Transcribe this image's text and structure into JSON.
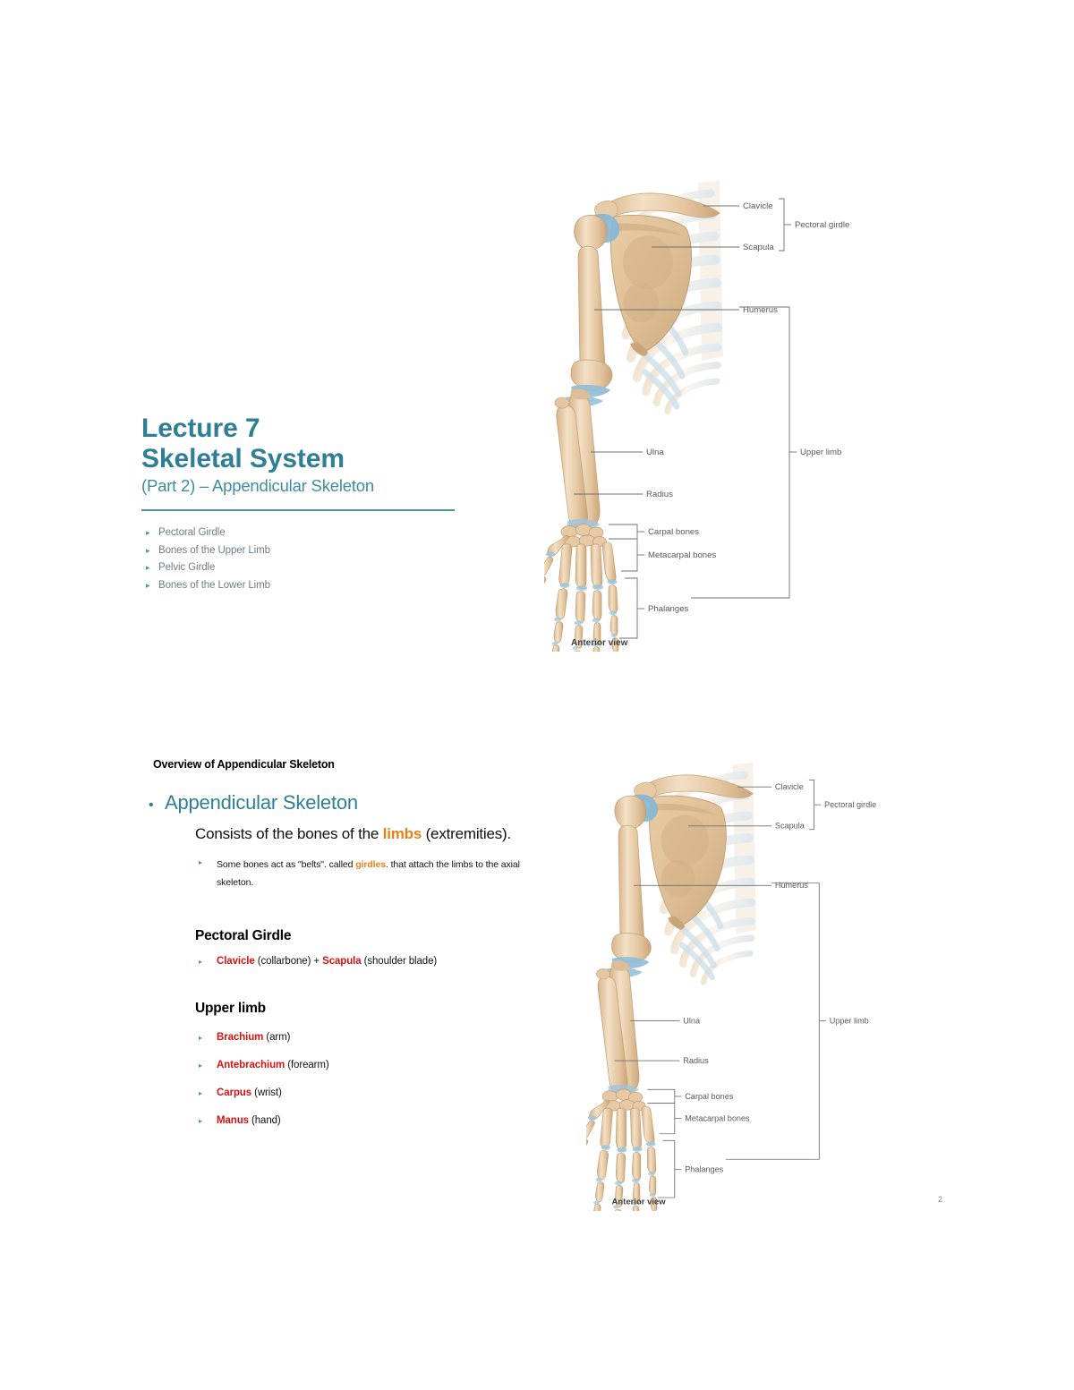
{
  "slide1": {
    "title_line1": "Lecture 7",
    "title_line2": "Skeletal System",
    "subtitle": "(Part 2) – Appendicular Skeleton",
    "bullet_marker": "▸",
    "bullets": [
      {
        "label": "Pectoral Girdle"
      },
      {
        "label": "Bones of the Upper Limb"
      },
      {
        "label": "Pelvic Girdle"
      },
      {
        "label": "Bones of the Lower Limb"
      }
    ]
  },
  "slide2": {
    "overview_heading": "Overview of Appendicular Skeleton",
    "level1_marker": "•",
    "level1_heading": "Appendicular Skeleton",
    "level2_prefix": "Consists of the bones of the ",
    "level2_term": "limbs",
    "level2_suffix": " (extremities).",
    "sub_marker": "▸",
    "sub_prefix": "Some bones act as \"belts\". called ",
    "sub_term": "girdles",
    "sub_suffix": ". that attach the limbs to the axial skeleton.",
    "sections": [
      {
        "heading": "Pectoral Girdle",
        "items": [
          {
            "marker": "▸",
            "term": "Clavicle",
            "rest_mid": " (collarbone) + ",
            "term2": "Scapula",
            "rest": " (shoulder blade)"
          }
        ]
      },
      {
        "heading": "Upper limb",
        "items": [
          {
            "marker": "▸",
            "term": "Brachium",
            "rest": " (arm)"
          },
          {
            "marker": "▸",
            "term": "Antebrachium",
            "rest": " (forearm)"
          },
          {
            "marker": "▸",
            "term": "Carpus",
            "rest": " (wrist)"
          },
          {
            "marker": "▸",
            "term": "Manus",
            "rest": " (hand)"
          }
        ]
      }
    ],
    "page_number": "2"
  },
  "figure": {
    "caption": "Anterior view",
    "labels": {
      "clavicle": "Clavicle",
      "scapula": "Scapula",
      "pectoral_girdle": "Pectoral girdle",
      "humerus": "Humerus",
      "ulna": "Ulna",
      "radius": "Radius",
      "carpal": "Carpal bones",
      "metacarpal": "Metacarpal bones",
      "phalanges": "Phalanges",
      "upper_limb": "Upper limb"
    }
  },
  "colors": {
    "teal": "#2E7F96",
    "teal_light": "#4E93AC",
    "red_term": "#D81111",
    "orange_term": "#E8801A",
    "bone": "#E3C49C",
    "bone_light": "#F0DCC0",
    "cartilage": "#A8C9DC",
    "label_text": "#58595B"
  }
}
